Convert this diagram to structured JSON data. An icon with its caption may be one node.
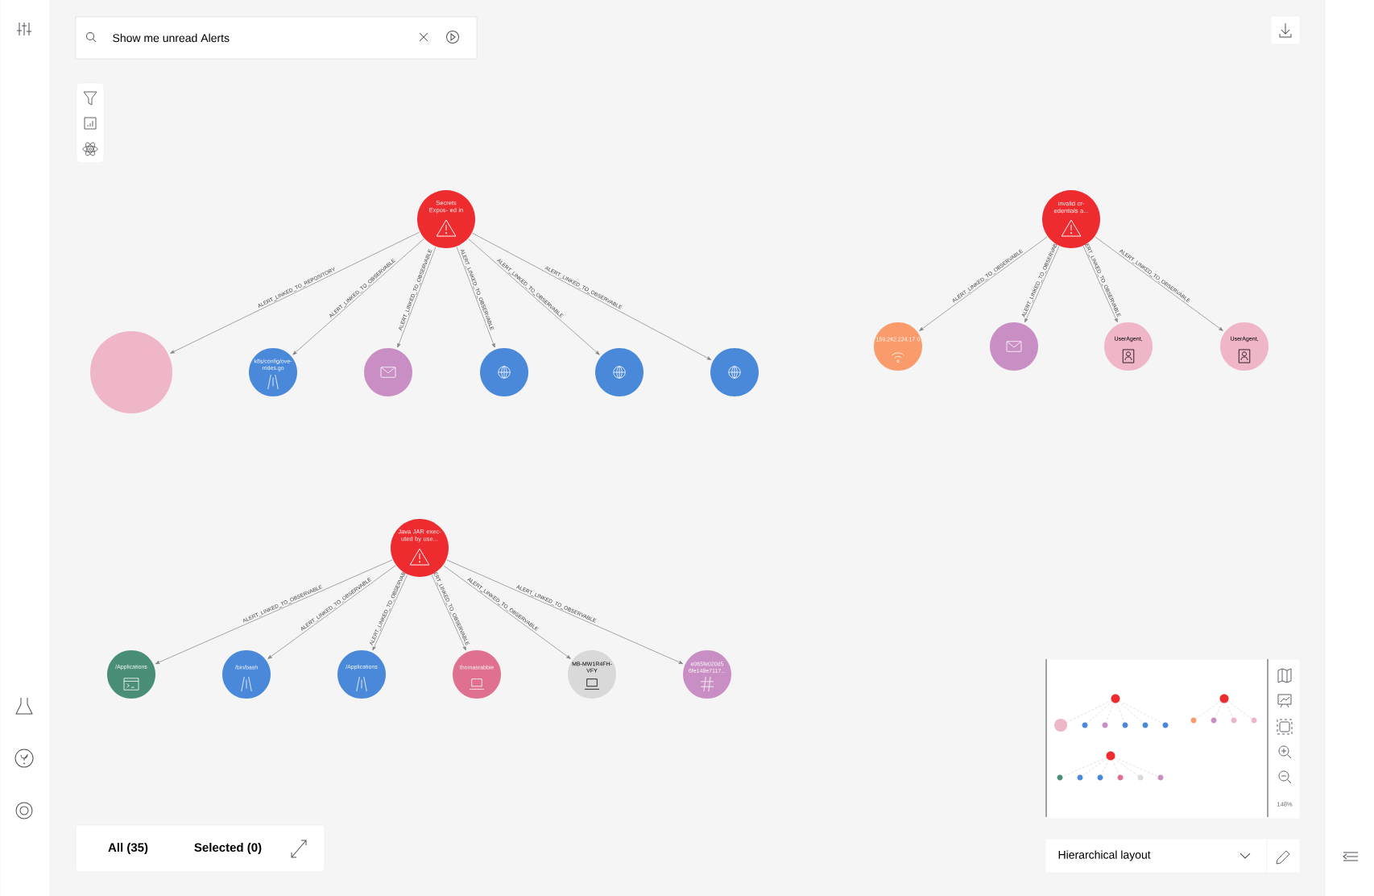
{
  "diagram": {
    "nodes": [
      {
        "text": [
          "Secrets Expos- ed in"
        ]
      },
      {
        "text": [],
        "shape": "circle"
      },
      {
        "text": [
          "k8s/config/ove- rrides.go"
        ]
      },
      {
        "text": [],
        "shape": "circle"
      },
      {
        "text": [],
        "shape": "circle"
      },
      {
        "text": [],
        "shape": "circle"
      },
      {
        "text": [],
        "shape": "circle"
      },
      {
        "text": [
          "invalid cr- edentials a..."
        ]
      },
      {
        "text": [
          "159.242.234.17 0"
        ]
      },
      {
        "text": [],
        "shape": "circle"
      },
      {
        "text": [
          "UserAgent,"
        ]
      },
      {
        "text": [
          "UserAgent,"
        ]
      },
      {
        "text": [
          "Java JAR exec- uted by use..."
        ]
      },
      {
        "text": [
          "/Applications"
        ]
      },
      {
        "text": [
          "/bin/bash"
        ]
      },
      {
        "text": [
          "/Applications"
        ]
      },
      {
        "text": [
          "thomasrabbie"
        ]
      },
      {
        "text": [
          "MB-MW1R4FH- VFY"
        ]
      },
      {
        "text": [
          "e065fe020d5 6fe148e7117..."
        ]
      }
    ],
    "edges": [
      {
        "from": 0,
        "to": 1,
        "arrow": "to",
        "label": "ALERT_LINKED_TO_REPOSITORY"
      },
      {
        "from": 0,
        "to": 2,
        "arrow": "to",
        "label": "ALERT_LINKED_TO_OBSERVABLE"
      },
      {
        "from": 0,
        "to": 3,
        "arrow": "to",
        "label": "ALERT_LINKED_TO_OBSERVABLE"
      },
      {
        "from": 0,
        "to": 4,
        "arrow": "to",
        "label": "ALERT_LINKED_TO_OBSERVABLE"
      },
      {
        "from": 0,
        "to": 5,
        "arrow": "to",
        "label": "ALERT_LINKED_TO_OBSERVABLE"
      },
      {
        "from": 0,
        "to": 6,
        "arrow": "to",
        "label": "ALERT_LINKED_TO_OBSERVABLE"
      },
      {
        "from": 7,
        "to": 8,
        "arrow": "to",
        "label": "ALERT_LINKED_TO_OBSERVABLE"
      },
      {
        "from": 7,
        "to": 9,
        "arrow": "to",
        "label": "ALERT_LINKED_TO_OBSERVABLE"
      },
      {
        "from": 7,
        "to": 10,
        "arrow": "to",
        "label": "ALERT_LINKED_TO_OBSERVABLE"
      },
      {
        "from": 7,
        "to": 11,
        "arrow": "to",
        "label": "ALERT_LINKED_TO_OBSERVABLE"
      },
      {
        "from": 12,
        "to": 13,
        "arrow": "to",
        "label": "ALERT_LINKED_TO_OBSERVABLE"
      },
      {
        "from": 12,
        "to": 14,
        "arrow": "to",
        "label": "ALERT_LINKED_TO_OBSERVABLE"
      },
      {
        "from": 12,
        "to": 15,
        "arrow": "to",
        "label": "ALERT_LINKED_TO_OBSERVABLE"
      },
      {
        "from": 12,
        "to": 16,
        "arrow": "to",
        "label": "ALERT_LINKED_TO_OBSERVABLE"
      },
      {
        "from": 12,
        "to": 17,
        "arrow": "to",
        "label": "ALERT_LINKED_TO_OBSERVABLE"
      },
      {
        "from": 12,
        "to": 18,
        "arrow": "to",
        "label": "ALERT_LINKED_TO_OBSERVABLE"
      }
    ],
    "labels": [
      "Show me unread Alerts",
      "148%",
      "All (35)",
      "Selected (0)",
      "Hierarchical layout"
    ]
  }
}
